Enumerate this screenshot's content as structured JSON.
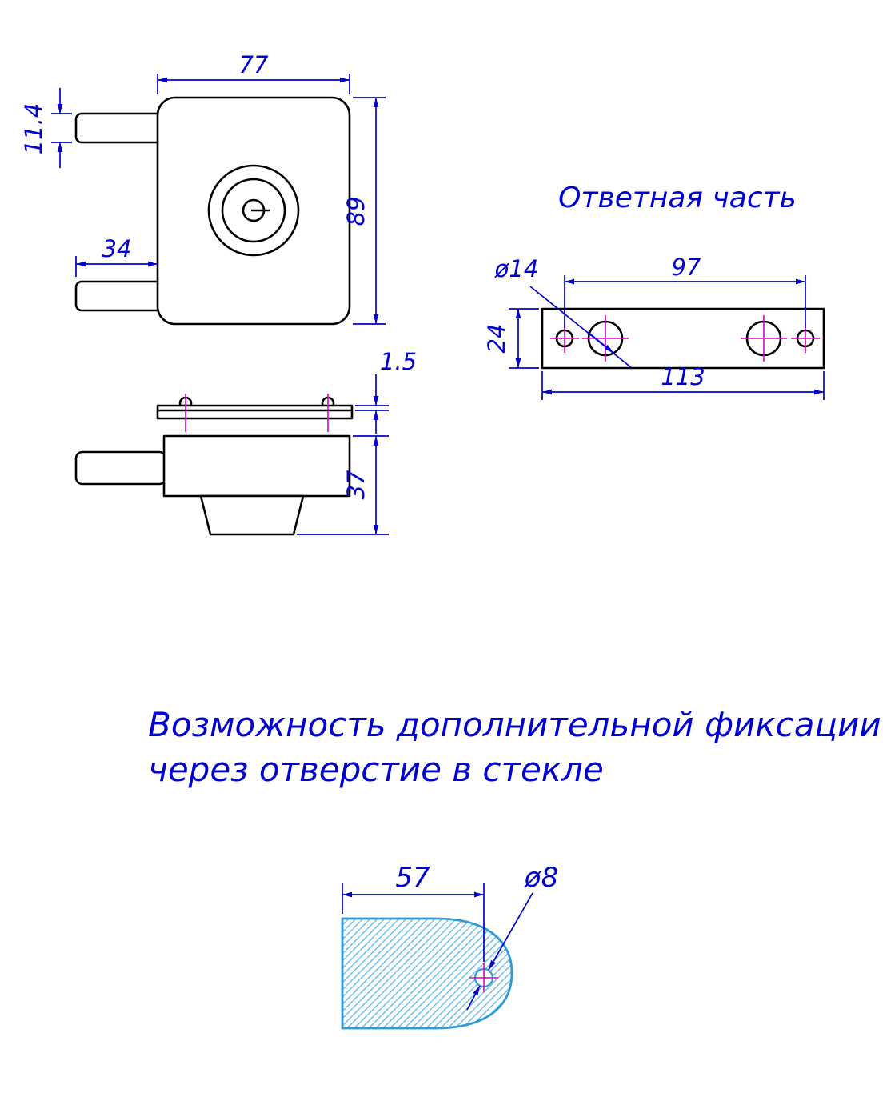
{
  "drawing": {
    "lock_front": {
      "width": "77",
      "pin_height": "11.4",
      "pin_length": "34",
      "height": "89"
    },
    "lock_side": {
      "cover_thickness": "1.5",
      "body_height": "37"
    },
    "strike_plate": {
      "title": "Ответная часть",
      "hole_diameter": "ø14",
      "hole_spacing": "97",
      "height": "24",
      "length": "113"
    },
    "glass_note": {
      "line1": "Возможность дополнительной фиксации",
      "line2": "через отверстие в стекле"
    },
    "glass_detail": {
      "hole_offset": "57",
      "hole_diameter": "ø8"
    },
    "colors": {
      "part_line": "#000000",
      "dimension": "#0000D0",
      "centerline": "#D800C8",
      "glass_outline": "#2F9BD6",
      "glass_hatch": "#67BDE8"
    }
  }
}
